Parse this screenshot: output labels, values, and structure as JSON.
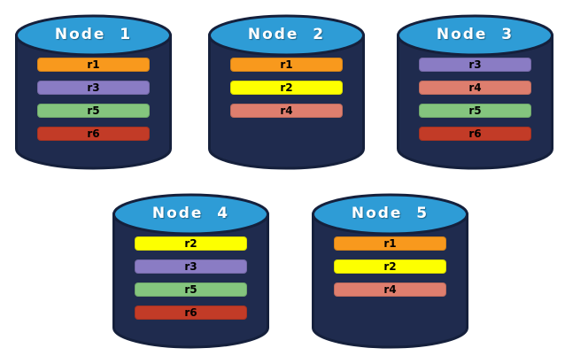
{
  "diagram": {
    "background": "#FFFFFF",
    "cylinder": {
      "body_color": "#1F2B4E",
      "outline_color": "#15203C",
      "top_color": "#2E9CD6",
      "title_color": "#FFFFFF"
    },
    "replica_label_color": "#000000",
    "replica_colors": {
      "r1": "#F8991D",
      "r2": "#FDFF00",
      "r3": "#8A7CC4",
      "r4": "#DE7E6E",
      "r5": "#84C57E",
      "r6": "#C23B27"
    },
    "nodes": [
      {
        "title": "Node  1",
        "replicas": [
          "r1",
          "r3",
          "r5",
          "r6"
        ]
      },
      {
        "title": "Node  2",
        "replicas": [
          "r1",
          "r2",
          "r4"
        ]
      },
      {
        "title": "Node  3",
        "replicas": [
          "r3",
          "r4",
          "r5",
          "r6"
        ]
      },
      {
        "title": "Node  4",
        "replicas": [
          "r2",
          "r3",
          "r5",
          "r6"
        ]
      },
      {
        "title": "Node  5",
        "replicas": [
          "r1",
          "r2",
          "r4"
        ]
      }
    ]
  }
}
